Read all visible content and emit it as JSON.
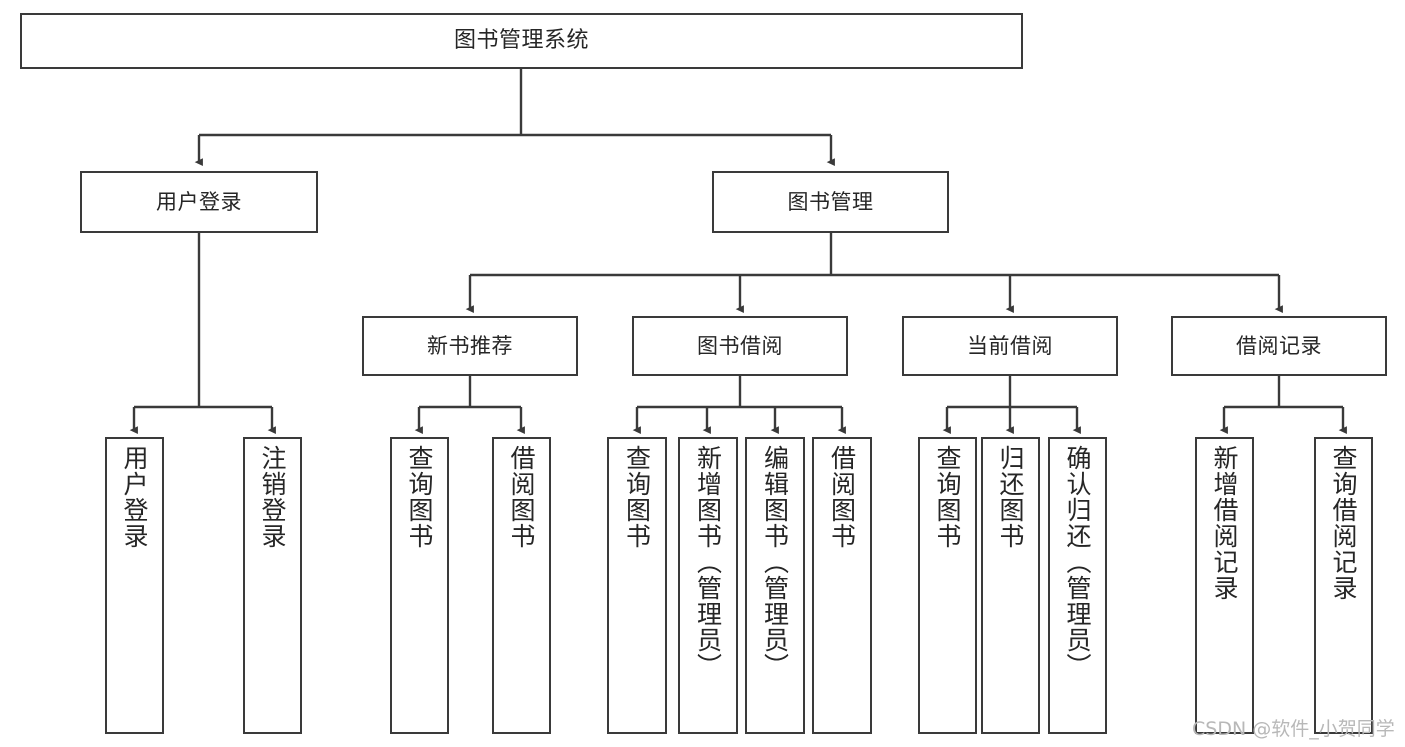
{
  "diagram": {
    "title": "图书管理系统",
    "type": "tree-hierarchy-chart",
    "colors": {
      "box_border": "#3a3a3a",
      "box_fill": "#ffffff",
      "edge": "#3a3a3a",
      "text": "#262626",
      "watermark": "#b8b8b8",
      "background": "#ffffff"
    }
  },
  "nodes": {
    "root": {
      "label": "图书管理系统"
    },
    "level2": [
      {
        "label": "用户登录"
      },
      {
        "label": "图书管理"
      }
    ],
    "level3": [
      {
        "label": "新书推荐"
      },
      {
        "label": "图书借阅"
      },
      {
        "label": "当前借阅"
      },
      {
        "label": "借阅记录"
      }
    ],
    "leaves": {
      "user_login": [
        {
          "label": "用户登录"
        },
        {
          "label": "注销登录"
        }
      ],
      "new_book_recommend": [
        {
          "label": "查询图书"
        },
        {
          "label": "借阅图书"
        }
      ],
      "book_borrow": [
        {
          "label": "查询图书"
        },
        {
          "label": "新增图书（管理员）"
        },
        {
          "label": "编辑图书（管理员）"
        },
        {
          "label": "借阅图书"
        }
      ],
      "current_borrow": [
        {
          "label": "查询图书"
        },
        {
          "label": "归还图书"
        },
        {
          "label": "确认归还（管理员）"
        }
      ],
      "borrow_record": [
        {
          "label": "新增借阅记录"
        },
        {
          "label": "查询借阅记录"
        }
      ]
    }
  },
  "watermark": {
    "text": "CSDN @软件_小贺同学"
  }
}
